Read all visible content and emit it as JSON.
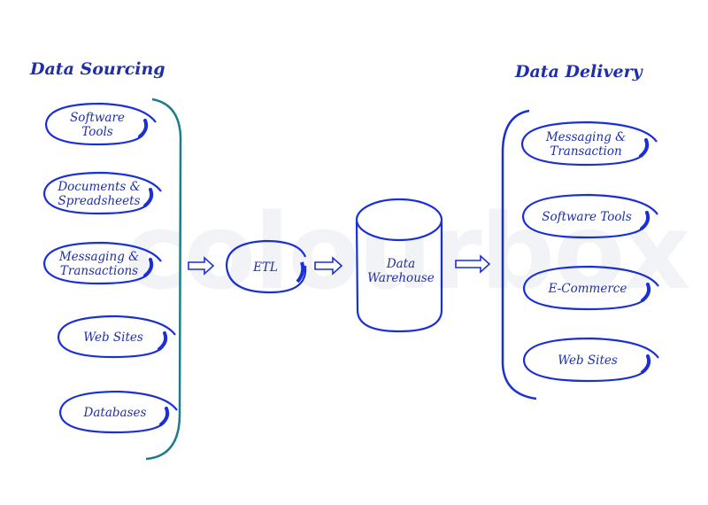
{
  "watermark": "colourbox",
  "colors": {
    "ink": "#1f2fa8",
    "ellipse_stroke": "#1a30d6",
    "left_bracket": "#1b7d8c",
    "right_bracket": "#1a30d6"
  },
  "sourcing": {
    "title": "Data Sourcing",
    "items": [
      {
        "lines": [
          "Software",
          "Tools"
        ]
      },
      {
        "lines": [
          "Documents &",
          "Spreadsheets"
        ]
      },
      {
        "lines": [
          "Messaging &",
          "Transactions"
        ]
      },
      {
        "lines": [
          "Web Sites"
        ]
      },
      {
        "lines": [
          "Databases"
        ]
      }
    ]
  },
  "etl": {
    "label": "ETL"
  },
  "warehouse": {
    "lines": [
      "Data",
      "Warehouse"
    ]
  },
  "delivery": {
    "title": "Data Delivery",
    "items": [
      {
        "lines": [
          "Messaging &",
          "Transaction"
        ]
      },
      {
        "lines": [
          "Software Tools"
        ]
      },
      {
        "lines": [
          "E-Commerce"
        ]
      },
      {
        "lines": [
          "Web Sites"
        ]
      }
    ]
  },
  "arrows": [
    {
      "from": "sourcing",
      "to": "etl",
      "icon": "right-arrow-outline"
    },
    {
      "from": "etl",
      "to": "warehouse",
      "icon": "right-arrow-outline"
    },
    {
      "from": "warehouse",
      "to": "delivery",
      "icon": "right-arrow-outline"
    }
  ]
}
